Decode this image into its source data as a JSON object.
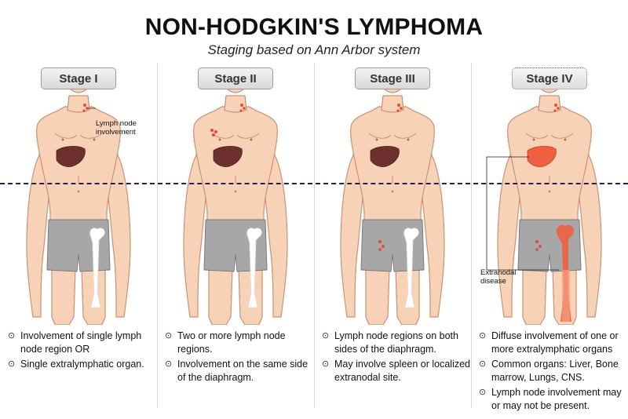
{
  "title": "NON-HODGKIN'S LYMPHOMA",
  "subtitle": "Staging based on Ann Arbor system",
  "callouts": {
    "lymph_node": [
      "Lymph node",
      "involvement"
    ],
    "extranodal": [
      "Extranodal",
      "disease"
    ]
  },
  "stages": [
    {
      "label": "Stage I",
      "notes": [
        "Involvement of single lymph node region OR",
        "Single extralymphatic organ."
      ]
    },
    {
      "label": "Stage II",
      "notes": [
        "Two or more lymph node regions.",
        "Involvement on the same side of the diaphragm."
      ]
    },
    {
      "label": "Stage III",
      "notes": [
        "Lymph node regions on both sides of the diaphragm.",
        "May involve spleen or localized extranodal site."
      ]
    },
    {
      "label": "Stage IV",
      "notes": [
        "Diffuse involvement of one or more extralymphatic organs",
        "Common organs: Liver, Bone marrow, Lungs, CNS.",
        "Lymph node involvement may or may not be present."
      ]
    }
  ],
  "colors": {
    "skin": "#f7d2b6",
    "skin_outline": "#c99272",
    "liver": "#6e2f2f",
    "liver_diseased": "#f06040",
    "shorts": "#a7a7a7",
    "node": "#e8483a",
    "bone": "#ffffff",
    "diaphragm_line": "#1f1f5c"
  }
}
